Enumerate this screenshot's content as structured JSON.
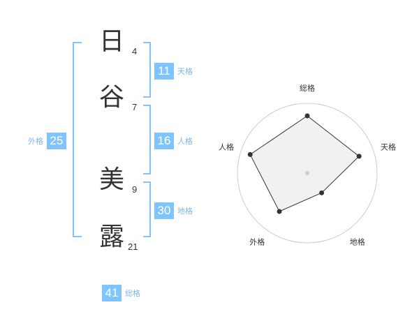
{
  "name": {
    "characters": [
      {
        "char": "日",
        "strokes": "4"
      },
      {
        "char": "谷",
        "strokes": "7"
      },
      {
        "char": "美",
        "strokes": "9"
      },
      {
        "char": "露",
        "strokes": "21"
      }
    ]
  },
  "grids": {
    "tenkaku": {
      "value": "11",
      "label": "天格"
    },
    "jinkaku": {
      "value": "16",
      "label": "人格"
    },
    "chikaku": {
      "value": "30",
      "label": "地格"
    },
    "gaikaku": {
      "value": "25",
      "label": "外格"
    },
    "soukaku": {
      "value": "41",
      "label": "総格"
    }
  },
  "chart_data": {
    "type": "radar",
    "axes": [
      "総格",
      "天格",
      "地格",
      "外格",
      "人格"
    ],
    "values": [
      0.82,
      0.78,
      0.35,
      0.68,
      0.86
    ],
    "rings": 4,
    "colors": {
      "fill": "#eeeeee",
      "line": "#333333",
      "ring": "#cccccc",
      "point": "#333333"
    }
  }
}
